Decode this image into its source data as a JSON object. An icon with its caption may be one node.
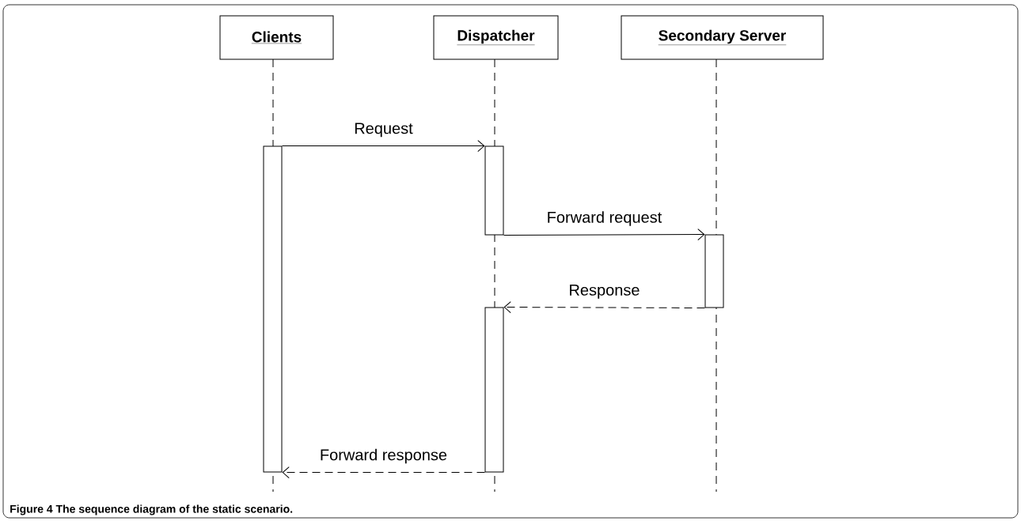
{
  "diagram": {
    "caption": "Figure 4 The sequence diagram of the static scenario.",
    "nodes": [
      {
        "text": [
          "Clients"
        ]
      },
      {
        "text": [
          "Dispatcher"
        ]
      },
      {
        "text": [
          "Secondary Server"
        ]
      },
      {
        "text": [],
        "shape": "bar"
      },
      {
        "text": [],
        "shape": "bar"
      },
      {
        "text": [],
        "shape": "bar"
      },
      {
        "text": [],
        "shape": "bar"
      }
    ],
    "edges": [
      {
        "from": 3,
        "to": 4,
        "arrow": "to",
        "label": "Request"
      },
      {
        "from": 4,
        "to": 5,
        "arrow": "to",
        "label": "Forward request"
      },
      {
        "from": 5,
        "to": 6,
        "arrow": "to",
        "label": "Response",
        "style": "dashed"
      },
      {
        "from": 6,
        "to": 3,
        "arrow": "to",
        "label": "Forward response",
        "style": "dashed"
      }
    ]
  }
}
